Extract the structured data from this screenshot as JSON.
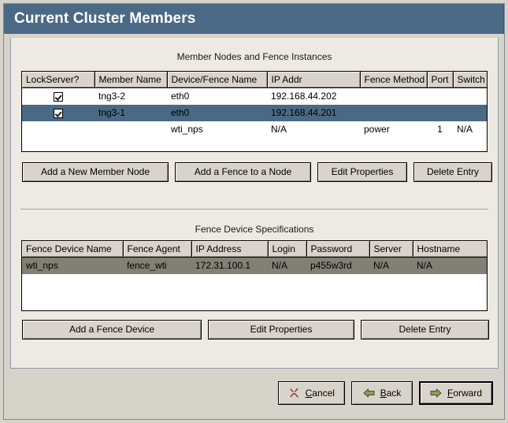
{
  "window": {
    "title": "Current Cluster Members",
    "titlebar_color": "#4a6984",
    "content_bg": "#edeae4",
    "chrome_bg": "#d6d3cb"
  },
  "member_section": {
    "caption": "Member Nodes and Fence Instances",
    "columns": [
      "LockServer?",
      "Member Name",
      "Device/Fence Name",
      "IP Addr",
      "Fence Method",
      "Port",
      "Switch"
    ],
    "rows": [
      {
        "lock_server": true,
        "member_name": "tng3-2",
        "device_fence_name": "eth0",
        "ip_addr": "192.168.44.202",
        "fence_method": "",
        "port": "",
        "switch": "",
        "selected": false
      },
      {
        "lock_server": true,
        "member_name": "tng3-1",
        "device_fence_name": "eth0",
        "ip_addr": "192.168.44.201",
        "fence_method": "",
        "port": "",
        "switch": "",
        "selected": true
      },
      {
        "lock_server": false,
        "member_name": "",
        "device_fence_name": "wti_nps",
        "ip_addr": "N/A",
        "fence_method": "power",
        "port": "1",
        "switch": "N/A",
        "selected": false
      }
    ],
    "selection_color": "#4a6984",
    "buttons": [
      "Add a New Member Node",
      "Add a Fence to a Node",
      "Edit Properties",
      "Delete Entry"
    ]
  },
  "fence_section": {
    "caption": "Fence Device Specifications",
    "columns": [
      "Fence Device Name",
      "Fence Agent",
      "IP Address",
      "Login",
      "Password",
      "Server",
      "Hostname"
    ],
    "rows": [
      {
        "fence_device_name": "wti_nps",
        "fence_agent": "fence_wti",
        "ip_address": "172.31.100.1",
        "login": "N/A",
        "password": "p455w3rd",
        "server": "N/A",
        "hostname": "N/A",
        "selected": true
      }
    ],
    "selection_color": "#808075",
    "buttons": [
      "Add a Fence Device",
      "Edit Properties",
      "Delete Entry"
    ]
  },
  "footer": {
    "cancel": {
      "label": "Cancel",
      "mnemonic": "C",
      "rest": "ancel",
      "icon": "cancel-x-icon",
      "icon_color": "#8c2b3f"
    },
    "back": {
      "label": "Back",
      "mnemonic": "B",
      "rest": "ack",
      "icon": "arrow-left-icon",
      "icon_color": "#7f8f4e"
    },
    "forward": {
      "label": "Forward",
      "mnemonic": "F",
      "rest": "orward",
      "icon": "arrow-right-icon",
      "icon_color": "#7f8f4e",
      "is_default": true
    }
  }
}
